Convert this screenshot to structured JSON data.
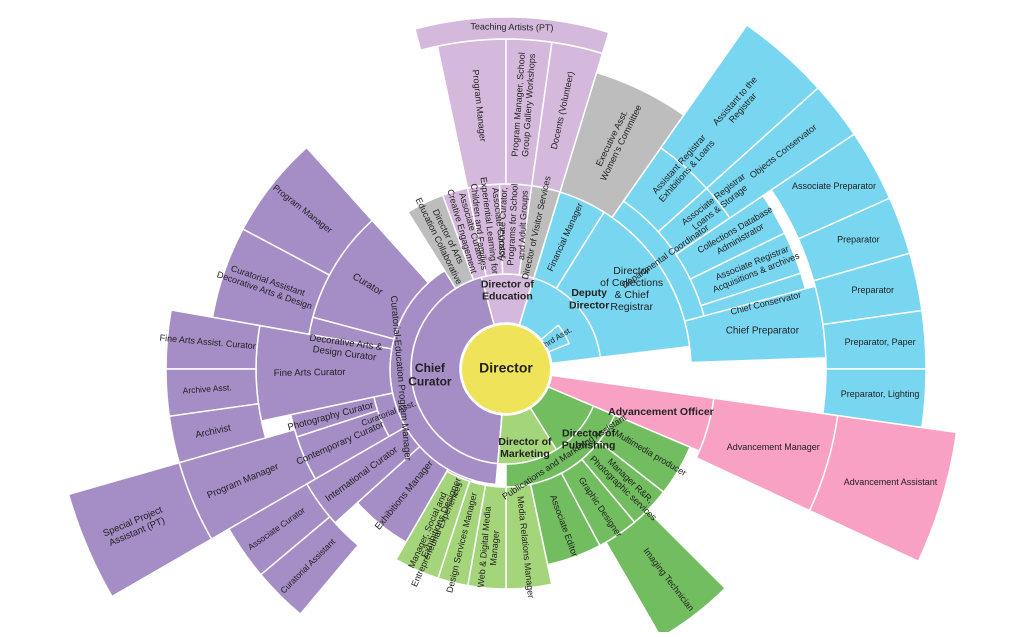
{
  "colors": {
    "curatorial": "#a58dc6",
    "education": "#d5b9dc",
    "gray": "#bdbdbd",
    "deputy": "#79d6f1",
    "advancement": "#f8a1c4",
    "publishing": "#72bd5f",
    "marketing": "#a5d57a",
    "director": "#efe35a",
    "stroke": "#ffffff",
    "text": "#222222"
  },
  "center": {
    "label": "Director"
  },
  "wedges": [
    {
      "key": "chief_curator",
      "label": "Chief\nCurator",
      "color": "curatorial"
    },
    {
      "key": "curatorial_education_pm",
      "label": "Curatorial-Education Program Manager",
      "color": "curatorial"
    },
    {
      "key": "curator",
      "label": "Curator",
      "color": "curatorial"
    },
    {
      "key": "program_manager_1",
      "label": "Program Manager",
      "color": "curatorial"
    },
    {
      "key": "decorative_arts_curator",
      "label": "Decorative Arts &\nDesign Curator",
      "color": "curatorial"
    },
    {
      "key": "curatorial_assistant_da",
      "label": "Curatorial Assistant\nDecorative Arts & Design",
      "color": "curatorial"
    },
    {
      "key": "fine_arts_curator",
      "label": "Fine Arts Curator",
      "color": "curatorial"
    },
    {
      "key": "fine_arts_assist",
      "label": "Fine Arts Assist. Curator",
      "color": "curatorial"
    },
    {
      "key": "archive_asst",
      "label": "Archive Asst.",
      "color": "curatorial"
    },
    {
      "key": "archivist",
      "label": "Archivist",
      "color": "curatorial"
    },
    {
      "key": "curatorial_asst",
      "label": "Curatorial Asst.",
      "color": "curatorial"
    },
    {
      "key": "photography_curator",
      "label": "Photography Curator",
      "color": "curatorial"
    },
    {
      "key": "program_manager_2",
      "label": "Program Manager",
      "color": "curatorial"
    },
    {
      "key": "special_project_assistant",
      "label": "Special Project\nAssistant (PT)",
      "color": "curatorial"
    },
    {
      "key": "contemporary_curator",
      "label": "Contemporary Curator",
      "color": "curatorial"
    },
    {
      "key": "international_curator",
      "label": "International Curator",
      "color": "curatorial"
    },
    {
      "key": "associate_curator",
      "label": "Associate Curator",
      "color": "curatorial"
    },
    {
      "key": "curatorial_assistant",
      "label": "Curatorial Assistant",
      "color": "curatorial"
    },
    {
      "key": "exhibitions_manager",
      "label": "Exhibitions Manager",
      "color": "curatorial"
    },
    {
      "key": "exhibitions_designer",
      "label": "Exhibitions Designer",
      "color": "curatorial"
    },
    {
      "key": "director_of_education",
      "label": "Director of\nEducation",
      "color": "education"
    },
    {
      "key": "director_of_arts",
      "label": "Director of Arts\nEducation Collaborative",
      "color": "gray"
    },
    {
      "key": "associate_curator_creative",
      "label": "Associate Curator,\nCreative Engagement",
      "color": "education"
    },
    {
      "key": "associate_curator_experiential",
      "label": "Associate Curator,\nExperiential Learning for\nChildren and Families",
      "color": "education"
    },
    {
      "key": "program_manager_edu",
      "label": "Program Manager",
      "color": "education"
    },
    {
      "key": "associate_curator_programs",
      "label": "Associate Curator,\nPrograms for School\nand Adult Groups",
      "color": "education"
    },
    {
      "key": "program_manager_school",
      "label": "Program Manager, School\nGroup Gallery Workshops",
      "color": "education"
    },
    {
      "key": "docents",
      "label": "Docents (Volunteer)",
      "color": "education"
    },
    {
      "key": "teaching_artists",
      "label": "Teaching Artists (PT)",
      "color": "education"
    },
    {
      "key": "director_of_visitor_services",
      "label": "Director of Visitor Services",
      "color": "gray"
    },
    {
      "key": "deputy_director",
      "label": "Deputy\nDirector",
      "color": "deputy"
    },
    {
      "key": "shrd_asst",
      "label": "Shrd Asst.",
      "color": "deputy"
    },
    {
      "key": "financial_manager",
      "label": "Financial Manager",
      "color": "deputy"
    },
    {
      "key": "executive_asst",
      "label": "Executive Asst.\nWomen's Committee",
      "color": "gray"
    },
    {
      "key": "director_collections",
      "label": "Director\nof Collections\n& Chief\nRegistrar",
      "color": "deputy"
    },
    {
      "key": "departmental_coordinator",
      "label": "Departmental Coordinator",
      "color": "deputy"
    },
    {
      "key": "assistant_registrar_exhibitions",
      "label": "Assistant Registrar\nExhibitions & Loans",
      "color": "deputy"
    },
    {
      "key": "associate_registrar_loans",
      "label": "Associate Registrar\nLoans & Storage",
      "color": "deputy"
    },
    {
      "key": "collections_database_admin",
      "label": "Collections Database\nAdministrator",
      "color": "deputy"
    },
    {
      "key": "associate_registrar_acquisitions",
      "label": "Associate Registrar\nAcquisitions & archives",
      "color": "deputy"
    },
    {
      "key": "chief_conservator",
      "label": "Chief Conservator",
      "color": "deputy"
    },
    {
      "key": "assistant_to_registrar",
      "label": "Assistant to the\nRegistrar",
      "color": "deputy"
    },
    {
      "key": "objects_conservator",
      "label": "Objects Conservator",
      "color": "deputy"
    },
    {
      "key": "chief_preparator",
      "label": "Chief Preparator",
      "color": "deputy"
    },
    {
      "key": "associate_preparator",
      "label": "Associate Preparator",
      "color": "deputy"
    },
    {
      "key": "preparator_1",
      "label": "Preparator",
      "color": "deputy"
    },
    {
      "key": "preparator_2",
      "label": "Preparator",
      "color": "deputy"
    },
    {
      "key": "preparator_paper",
      "label": "Preparator, Paper",
      "color": "deputy"
    },
    {
      "key": "preparator_lighting",
      "label": "Preparator, Lighting",
      "color": "deputy"
    },
    {
      "key": "advancement_officer",
      "label": "Advancement Officer",
      "color": "advancement"
    },
    {
      "key": "advancement_manager",
      "label": "Advancement Manager",
      "color": "advancement"
    },
    {
      "key": "advancement_assistant",
      "label": "Advancement Assistant",
      "color": "advancement"
    },
    {
      "key": "director_of_publishing",
      "label": "Director of\nPublishing",
      "color": "publishing"
    },
    {
      "key": "publications_marketing_assistant",
      "label": "Publications and Marketing Assistant",
      "color": "publishing"
    },
    {
      "key": "multimedia_producer",
      "label": "Multimedia producer",
      "color": "publishing"
    },
    {
      "key": "manager_rr",
      "label": "Manager R&R,\nPhotographic services",
      "color": "publishing"
    },
    {
      "key": "imaging_technician",
      "label": "Imaging Technician",
      "color": "publishing"
    },
    {
      "key": "graphic_designer",
      "label": "Graphic Designer",
      "color": "publishing"
    },
    {
      "key": "associate_editor",
      "label": "Associate Editor",
      "color": "publishing"
    },
    {
      "key": "director_of_marketing",
      "label": "Director of\nMarketing",
      "color": "marketing"
    },
    {
      "key": "media_relations_manager",
      "label": "Media Relations Manager",
      "color": "marketing"
    },
    {
      "key": "web_digital_media",
      "label": "Web & Digital Media\nManager",
      "color": "marketing"
    },
    {
      "key": "design_services_manager",
      "label": "Design Services Manager",
      "color": "marketing"
    },
    {
      "key": "manager_social",
      "label": "Manager, Social and\nEntrepreneurial Experiences",
      "color": "marketing"
    }
  ]
}
